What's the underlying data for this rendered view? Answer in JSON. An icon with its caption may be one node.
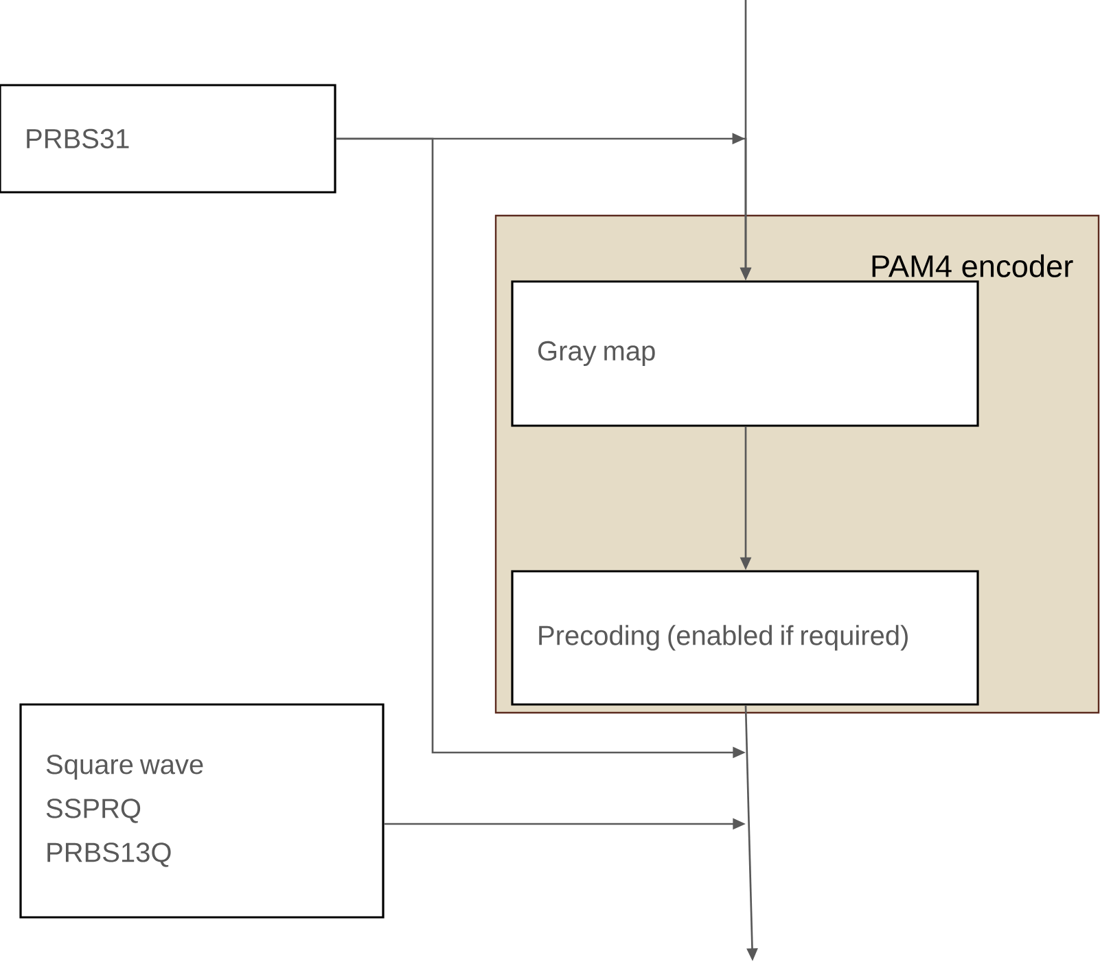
{
  "diagram": {
    "nodes": [
      {
        "text": [
          "PRBS31"
        ]
      },
      {
        "text": [
          "PAM4 encoder"
        ]
      },
      {
        "text": [
          "Gray map"
        ],
        "in": 1
      },
      {
        "text": [
          "Precoding (enabled if required)"
        ],
        "in": 1
      },
      {
        "text": [
          "Square wave",
          "SSPRQ",
          "PRBS13Q"
        ]
      }
    ],
    "edges": [
      {
        "from": null,
        "to": 2,
        "arrow": "to"
      },
      {
        "from": 0,
        "to": 2,
        "arrow": "to"
      },
      {
        "from": 2,
        "to": 3,
        "arrow": "to"
      },
      {
        "from": 3,
        "to": null,
        "arrow": "to"
      },
      {
        "from": 0,
        "to": null,
        "arrow": "to"
      },
      {
        "from": 4,
        "to": null,
        "arrow": "to"
      }
    ]
  }
}
